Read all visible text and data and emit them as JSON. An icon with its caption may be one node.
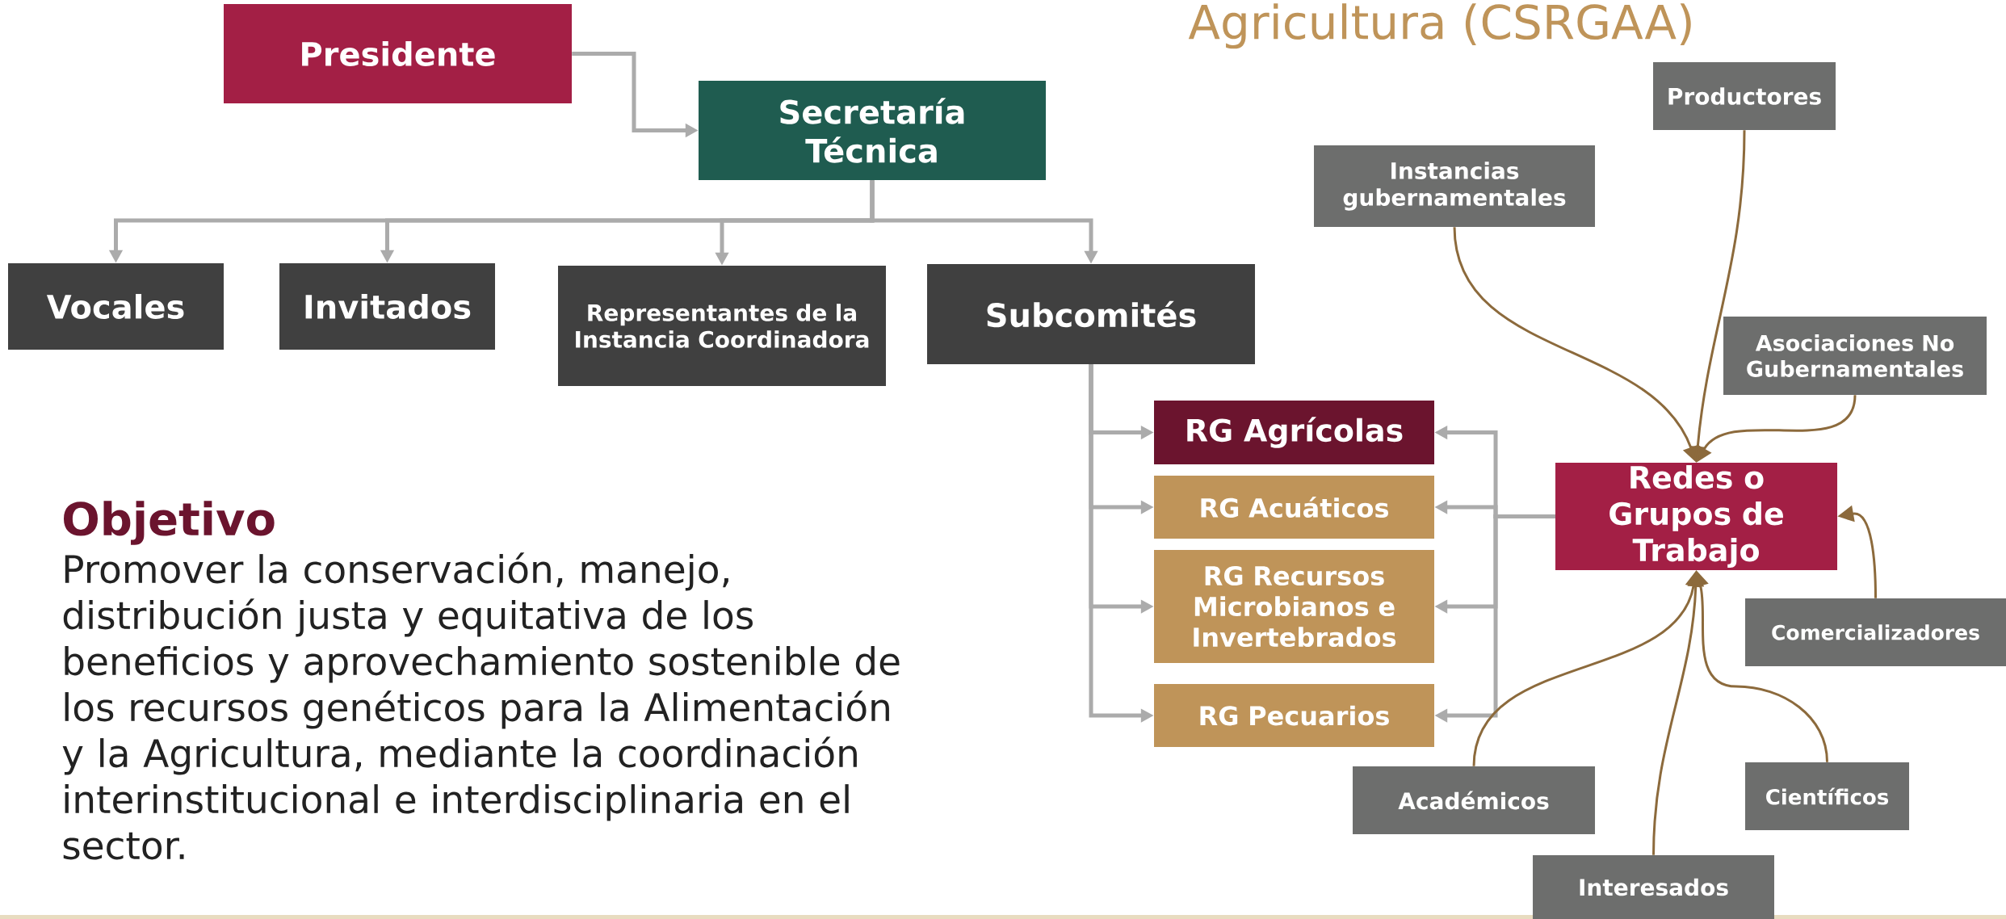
{
  "diagram": {
    "title": "Agricultura (CSRGAA)",
    "nodes": [
      {
        "text": [
          "Presidente"
        ]
      },
      {
        "text": [
          "Secretaría Técnica"
        ]
      },
      {
        "text": [
          "Vocales"
        ]
      },
      {
        "text": [
          "Invitados"
        ]
      },
      {
        "text": [
          "Representantes de la Instancia Coordinadora"
        ]
      },
      {
        "text": [
          "Subcomités"
        ]
      },
      {
        "text": [
          "RG Agrícolas"
        ]
      },
      {
        "text": [
          "RG Acuáticos"
        ]
      },
      {
        "text": [
          "RG Recursos Microbianos e Invertebrados"
        ]
      },
      {
        "text": [
          "RG Pecuarios"
        ]
      },
      {
        "text": [
          "Redes o Grupos de Trabajo"
        ]
      },
      {
        "text": [
          "Productores"
        ]
      },
      {
        "text": [
          "Instancias gubernamentales"
        ]
      },
      {
        "text": [
          "Asociaciones No Gubernamentales"
        ]
      },
      {
        "text": [
          "Comercializadores"
        ]
      },
      {
        "text": [
          "Académicos"
        ]
      },
      {
        "text": [
          "Científicos"
        ]
      },
      {
        "text": [
          "Interesados"
        ]
      }
    ],
    "edges": [
      {
        "from": 0,
        "to": 1,
        "arrow": "to"
      },
      {
        "from": 1,
        "to": 2,
        "arrow": "to"
      },
      {
        "from": 1,
        "to": 3,
        "arrow": "to"
      },
      {
        "from": 1,
        "to": 4,
        "arrow": "to"
      },
      {
        "from": 1,
        "to": 5,
        "arrow": "to"
      },
      {
        "from": 5,
        "to": 6,
        "arrow": "to"
      },
      {
        "from": 5,
        "to": 7,
        "arrow": "to"
      },
      {
        "from": 5,
        "to": 8,
        "arrow": "to"
      },
      {
        "from": 5,
        "to": 9,
        "arrow": "to"
      },
      {
        "from": 10,
        "to": 6,
        "arrow": "to"
      },
      {
        "from": 10,
        "to": 7,
        "arrow": "to"
      },
      {
        "from": 10,
        "to": 8,
        "arrow": "to"
      },
      {
        "from": 10,
        "to": 9,
        "arrow": "to"
      },
      {
        "from": 11,
        "to": 10,
        "arrow": "to",
        "color": "#8c6a3c"
      },
      {
        "from": 12,
        "to": 10,
        "arrow": "to",
        "color": "#8c6a3c"
      },
      {
        "from": 13,
        "to": 10,
        "arrow": "to",
        "color": "#8c6a3c"
      },
      {
        "from": 14,
        "to": 10,
        "arrow": "to",
        "color": "#8c6a3c"
      },
      {
        "from": 15,
        "to": 10,
        "arrow": "to",
        "color": "#8c6a3c"
      },
      {
        "from": 16,
        "to": 10,
        "arrow": "to",
        "color": "#8c6a3c"
      },
      {
        "from": 17,
        "to": 10,
        "arrow": "to",
        "color": "#8c6a3c"
      }
    ],
    "labels": [
      "Objetivo",
      "Promover la conservación, manejo, distribución justa y equitativa de los beneficios y aprovechamiento sostenible de los recursos genéticos para la Alimentación y la Agricultura, mediante la coordinación interinstitucional e interdisciplinaria en el sector."
    ]
  }
}
